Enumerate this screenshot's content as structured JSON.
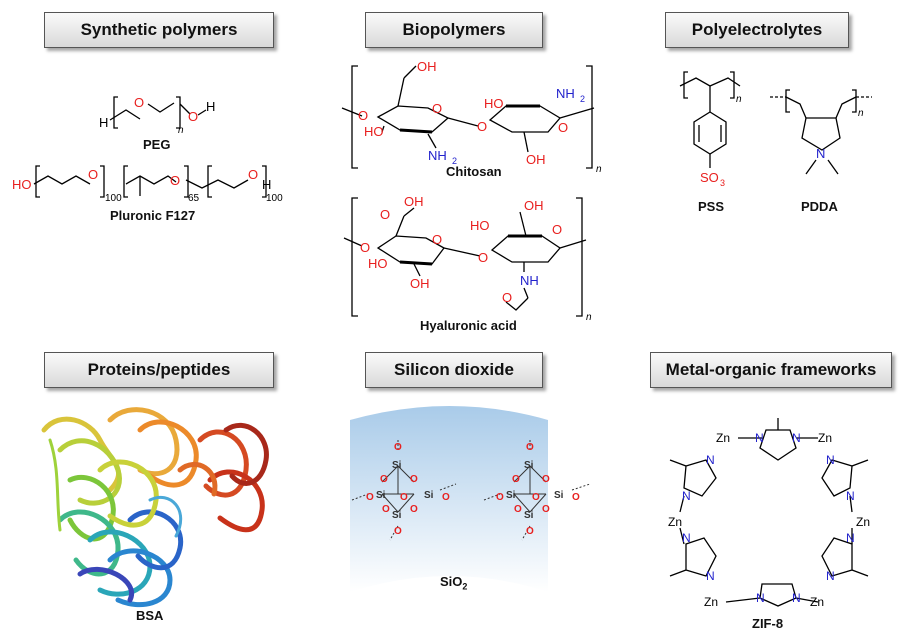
{
  "headers": {
    "synthetic": "Synthetic polymers",
    "bio": "Biopolymers",
    "polyelectrolytes": "Polyelectrolytes",
    "proteins": "Proteins/peptides",
    "silica": "Silicon dioxide",
    "mof": "Metal-organic frameworks"
  },
  "labels": {
    "peg": "PEG",
    "pluronic": "Pluronic F127",
    "chitosan": "Chitosan",
    "hyaluronic": "Hyaluronic acid",
    "pss": "PSS",
    "pdda": "PDDA",
    "bsa": "BSA",
    "sio2": "SiO",
    "sio2_sub": "2",
    "zif8": "ZIF-8"
  },
  "atoms": {
    "H": "H",
    "O": "O",
    "OH": "OH",
    "HO": "HO",
    "NH2": "NH",
    "NH": "NH",
    "N": "N",
    "Si": "Si",
    "Zn": "Zn",
    "SO3": "SO",
    "n": "n",
    "sub_100": "100",
    "sub_65": "65",
    "sub_2": "2",
    "sub_3": "3"
  },
  "colors": {
    "oxygen": "#e8201f",
    "nitrogen": "#2222cc",
    "bond": "#000000",
    "header_border": "#555555"
  }
}
